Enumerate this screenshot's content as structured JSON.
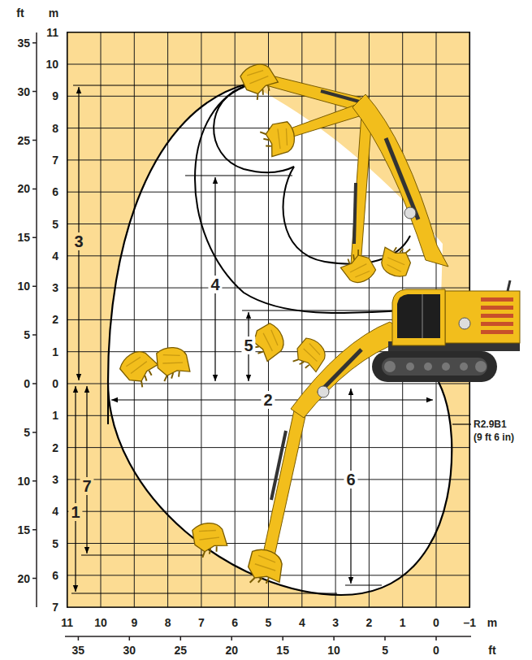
{
  "diagram": {
    "labels": [
      "ft",
      "m",
      "11",
      "10",
      "9",
      "8",
      "7",
      "6",
      "5",
      "4",
      "3",
      "2",
      "1",
      "0",
      "1",
      "2",
      "3",
      "4",
      "5",
      "6",
      "7",
      "35",
      "30",
      "25",
      "20",
      "15",
      "10",
      "5",
      "0",
      "5",
      "10",
      "15",
      "20",
      "3",
      "4",
      "5",
      "2",
      "1",
      "7",
      "6",
      "R2.9B1",
      "(9 ft 6 in)",
      "11",
      "10",
      "9",
      "8",
      "7",
      "6",
      "5",
      "4",
      "3",
      "2",
      "1",
      "0",
      "–1",
      "m",
      "35",
      "30",
      "25",
      "20",
      "15",
      "10",
      "5",
      "0",
      "ft"
    ]
  }
}
